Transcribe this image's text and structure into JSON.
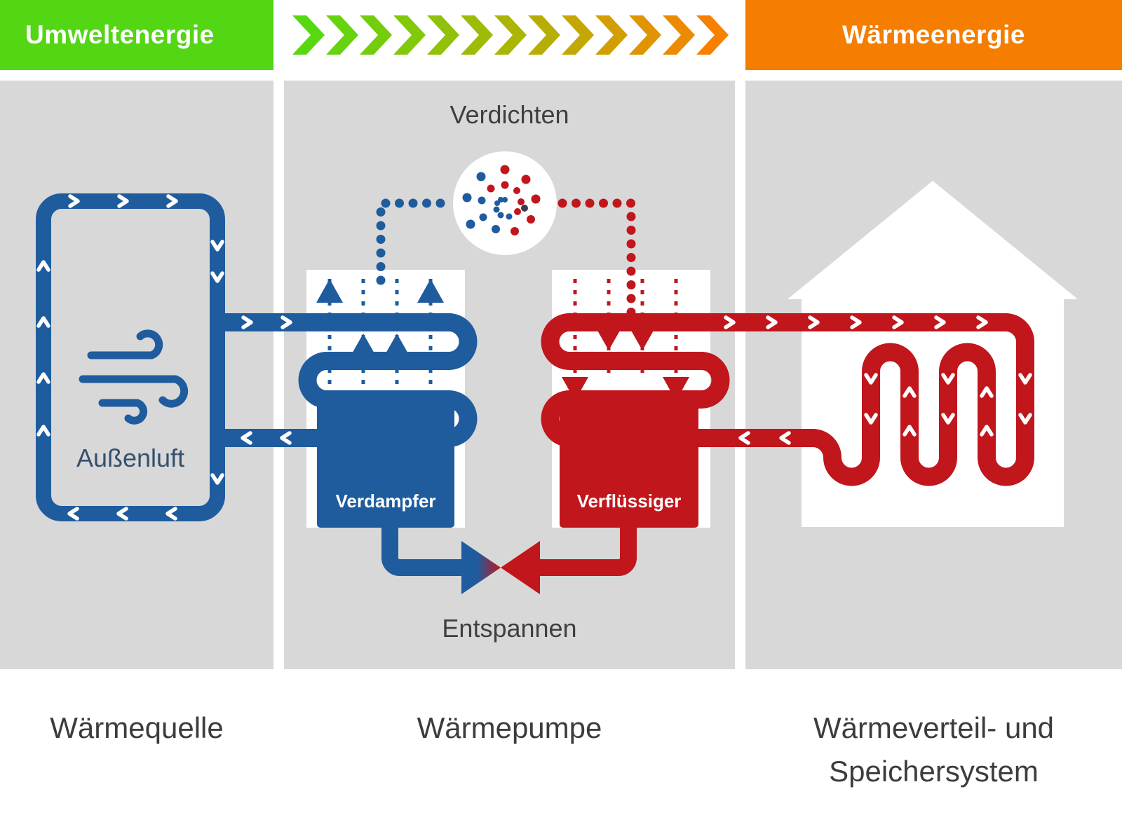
{
  "header": {
    "left_label": "Umweltenergie",
    "right_label": "Wärmeenergie",
    "colors": {
      "green": "#53d613",
      "orange": "#f57d00"
    }
  },
  "diagram": {
    "verdichten_label": "Verdichten",
    "entspannen_label": "Entspannen",
    "verdampfer_label": "Verdampfer",
    "verfluessiger_label": "Verflüssiger",
    "aussenluft_label": "Außenluft",
    "colors": {
      "cold_blue": "#1e5c9e",
      "hot_red": "#c0161c",
      "panel_gray": "#d8d8d8",
      "background": "#ffffff"
    }
  },
  "footer": {
    "left_label": "Wärmequelle",
    "middle_label": "Wärmepumpe",
    "right_label_line1": "Wärmeverteil- und",
    "right_label_line2": "Speichersystem"
  }
}
